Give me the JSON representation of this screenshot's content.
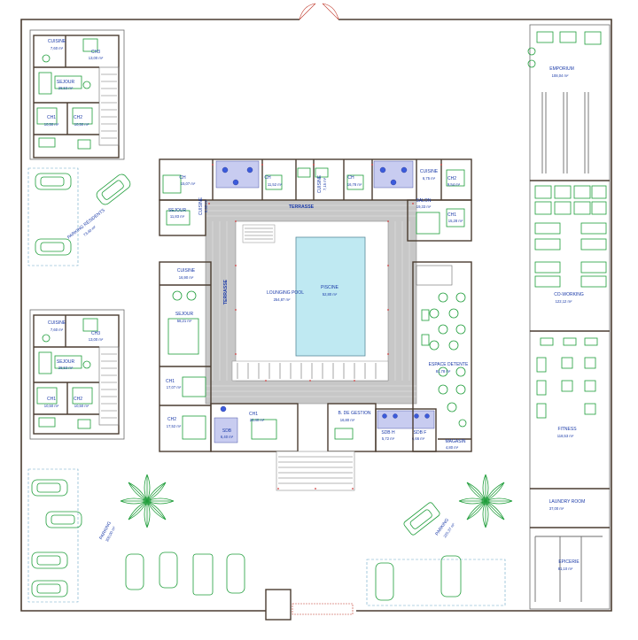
{
  "plan": {
    "villa_top": {
      "cuisine": "CUISINE",
      "cuisine_area": "7,60 m²",
      "ch3": "CH3",
      "ch3_area": "13,00 m²",
      "sejour": "SEJOUR",
      "sejour_area": "28,53 m²",
      "ch1": "CH1",
      "ch1_area": "10,50 m²",
      "ch2": "CH2",
      "ch2_area": "10,50 m²"
    },
    "villa_bottom": {
      "cuisine": "CUISINE",
      "cuisine_area": "7,60 m²",
      "ch3": "CH3",
      "ch3_area": "13,00 m²",
      "sejour": "SEJOUR",
      "sejour_area": "28,53 m²",
      "ch1": "CH1",
      "ch1_area": "10,50 m²",
      "ch2": "CH2",
      "ch2_area": "10,50 m²"
    },
    "parking_residents": "PARKING RÉSIDENTS",
    "parking_residents_area": "73,40 m²",
    "north_wing": {
      "ch_a": "CH",
      "ch_a_area": "15,07 m²",
      "sejour": "SEJOUR",
      "sejour_area": "11,83 m²",
      "cuisine_a": "CUISINE",
      "cuisine_a_area": "5,35 m²",
      "ch_b": "CH",
      "ch_b_area": "11,52 m²",
      "cuisine_b": "CUISINE",
      "cuisine_b_area": "7,15 m²",
      "ch_c": "CH",
      "ch_c_area": "16,78 m²",
      "cuisine_c": "CUISINE",
      "cuisine_c_area": "6,75 m²",
      "ch2": "CH2",
      "ch2_area": "9,54 m²",
      "salon": "SALON",
      "salon_area": "19,33 m²",
      "ch1": "CH1",
      "ch1_area": "15,28 m²"
    },
    "terrasse_top": "TERRASSE",
    "terrasse_left": "TERRASSE",
    "lounging_pool": "LOUNGING POOL",
    "lounging_pool_area": "254,87 m²",
    "piscine": "PISCINE",
    "piscine_area": "52,80 m²",
    "west_wing": {
      "cuisine": "CUISINE",
      "cuisine_area": "16,90 m²",
      "sejour": "SEJOUR",
      "sejour_area": "58,21 m²",
      "ch1": "CH1",
      "ch1_area": "17,07 m²",
      "ch2": "CH2",
      "ch2_area": "17,52 m²",
      "sdb": "SDB",
      "sdb_area": "6,40 m²"
    },
    "south_wing": {
      "ch1": "CH1",
      "ch1_area": "25,40 m²",
      "gestion": "B. DE GESTION",
      "gestion_area": "16,80 m²",
      "sdb_h": "SDB H",
      "sdb_h_area": "5,72 m²",
      "sdb_f": "SDB F",
      "sdb_f_area": "6,66 m²",
      "magasin": "MAGASIN",
      "magasin_area": "4,80 m²"
    },
    "espace_detente": "ESPACE DETENTE",
    "espace_detente_area": "81,78 m²",
    "emporium": "EMPORIUM",
    "emporium_area": "108,04 m²",
    "coworking": "CO-WORKING",
    "coworking_area": "122,12 m²",
    "fitness": "FITNESS",
    "fitness_area": "118,53 m²",
    "laundry": "LAUNDRY ROOM",
    "laundry_area": "37,00 m²",
    "epicerie": "EPICERIE",
    "epicerie_area": "81,10 m²",
    "parking_left": "PARKING",
    "parking_left_area": "300,00 m²",
    "parking_right": "PARKING",
    "parking_right_area": "225,37 m²"
  },
  "colors": {
    "wall": "#4a3c30",
    "label_blue": "#1a3aa8",
    "furniture_green": "#1f9d3a",
    "pool_water": "#bfe9f2",
    "terrace_grey": "#c7c7c7",
    "bath_blue": "#3b5bdb",
    "door_red": "#d23b3b"
  }
}
